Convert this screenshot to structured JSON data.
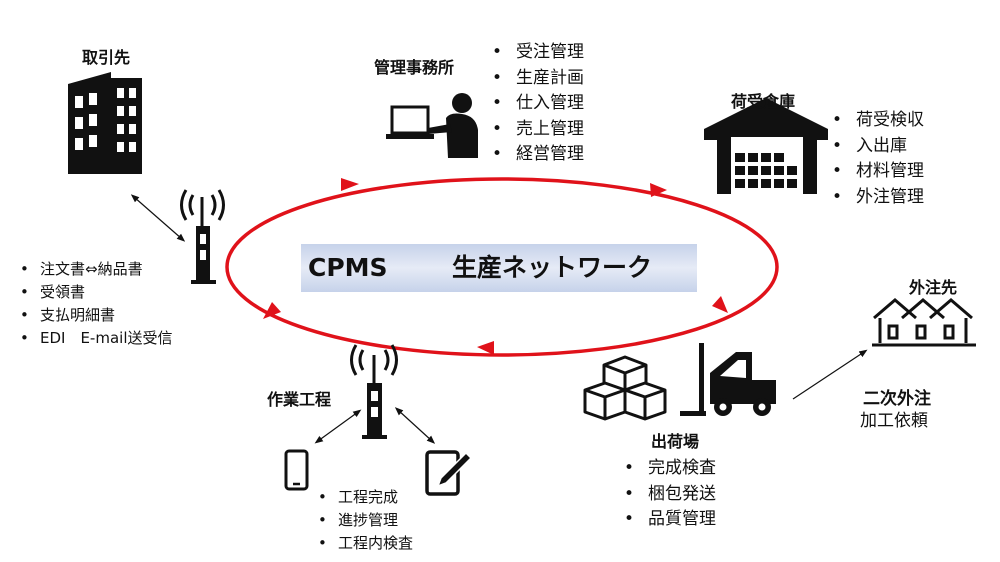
{
  "center": {
    "title": "CPMS",
    "subtitle": "生産ネットワーク"
  },
  "partners": {
    "label": "取引先",
    "items": [
      "注文書⇔納品書",
      "受領書",
      "支払明細書",
      "EDI　E-mail送受信"
    ]
  },
  "office": {
    "label": "管理事務所",
    "items": [
      "受注管理",
      "生産計画",
      "仕入管理",
      "売上管理",
      "経営管理"
    ]
  },
  "warehouse": {
    "label": "荷受倉庫",
    "items": [
      "荷受検収",
      "入出庫",
      "材料管理",
      "外注管理"
    ]
  },
  "subcontractor": {
    "label": "外注先",
    "note_bold": "二次外注",
    "note": "加工依頼"
  },
  "shipping": {
    "label": "出荷場",
    "items": [
      "完成検査",
      "梱包発送",
      "品質管理"
    ]
  },
  "process": {
    "label": "作業工程",
    "items": [
      "工程完成",
      "進捗管理",
      "工程内検査"
    ]
  },
  "colors": {
    "ring": "#e0121a",
    "icon": "#111111",
    "banner": "#cdd7ee"
  }
}
